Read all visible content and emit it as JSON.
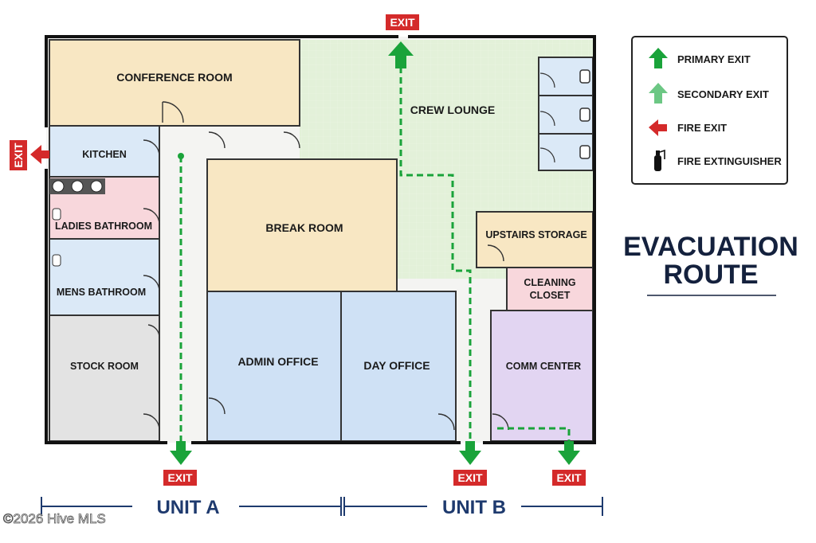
{
  "rooms": {
    "conference": "CONFERENCE ROOM",
    "crew_lounge": "CREW LOUNGE",
    "kitchen": "KITCHEN",
    "ladies_bathroom": "LADIES BATHROOM",
    "mens_bathroom": "MENS BATHROOM",
    "stock_room": "STOCK ROOM",
    "break_room": "BREAK ROOM",
    "admin_office": "ADMIN OFFICE",
    "day_office": "DAY OFFICE",
    "upstairs_storage": "UPSTAIRS STORAGE",
    "cleaning_closet_1": "CLEANING",
    "cleaning_closet_2": "CLOSET",
    "comm_center": "COMM CENTER"
  },
  "exits": {
    "label": "EXIT"
  },
  "legend": {
    "primary_exit": "PRIMARY EXIT",
    "secondary_exit": "SECONDARY EXIT",
    "fire_exit": "FIRE EXIT",
    "fire_extinguisher": "FIRE EXTINGUISHER"
  },
  "title": {
    "line1": "EVACUATION",
    "line2": "ROUTE"
  },
  "units": {
    "unit_a": "UNIT A",
    "unit_b": "UNIT B"
  },
  "watermark": "©2026 Hive MLS",
  "colors": {
    "primary_green": "#1aa33a",
    "secondary_green": "#6cc784",
    "exit_red": "#d42a2a",
    "wall": "#111111",
    "navy": "#14213d"
  }
}
